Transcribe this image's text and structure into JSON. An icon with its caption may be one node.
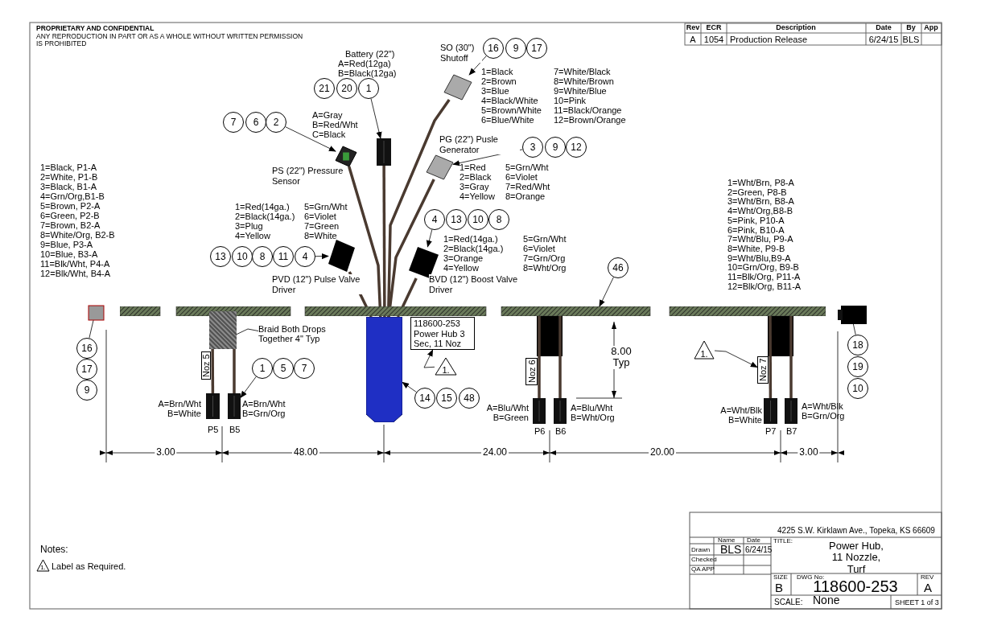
{
  "diagram": {
    "nodes": [
      {
        "text": [
          "21"
        ]
      },
      {
        "text": [
          "20"
        ]
      },
      {
        "text": [
          "1"
        ]
      },
      {
        "text": [
          "16"
        ]
      },
      {
        "text": [
          "9"
        ]
      },
      {
        "text": [
          "17"
        ]
      },
      {
        "text": [
          "7"
        ]
      },
      {
        "text": [
          "6"
        ]
      },
      {
        "text": [
          "2"
        ]
      },
      {
        "text": [
          "3"
        ]
      },
      {
        "text": [
          "9"
        ]
      },
      {
        "text": [
          "12"
        ]
      },
      {
        "text": [
          "13"
        ]
      },
      {
        "text": [
          "10"
        ]
      },
      {
        "text": [
          "8"
        ]
      },
      {
        "text": [
          "11"
        ]
      },
      {
        "text": [
          "4"
        ]
      },
      {
        "text": [
          "4"
        ]
      },
      {
        "text": [
          "13"
        ]
      },
      {
        "text": [
          "10"
        ]
      },
      {
        "text": [
          "8"
        ]
      },
      {
        "text": [
          "46"
        ]
      },
      {
        "text": [
          "16"
        ]
      },
      {
        "text": [
          "17"
        ]
      },
      {
        "text": [
          "9"
        ]
      },
      {
        "text": [
          "1"
        ]
      },
      {
        "text": [
          "5"
        ]
      },
      {
        "text": [
          "7"
        ]
      },
      {
        "text": [
          "14"
        ]
      },
      {
        "text": [
          "15"
        ]
      },
      {
        "text": [
          "48"
        ]
      },
      {
        "text": [
          "18"
        ]
      },
      {
        "text": [
          "19"
        ]
      },
      {
        "text": [
          "10"
        ]
      },
      {
        "text": [],
        "shape": "picture"
      },
      {
        "text": [],
        "shape": "picture",
        "beside": [
          "SO (30\") Shutoff"
        ]
      },
      {
        "text": [],
        "shape": "picture",
        "beside": [
          "PS (22\") Pressure Sensor"
        ]
      },
      {
        "text": [],
        "shape": "picture",
        "beside": [
          "PG (22\") Pusle Generator"
        ]
      },
      {
        "text": [],
        "shape": "picture",
        "beside": [
          "PVD (12\") Pulse Valve Driver"
        ]
      },
      {
        "text": [],
        "shape": "picture",
        "beside": [
          "BVD (12\") Boost Valve Driver"
        ]
      },
      {
        "text": [],
        "shape": "bar"
      },
      {
        "text": [],
        "shape": "box"
      },
      {
        "text": [],
        "shape": "box"
      },
      {
        "text": [],
        "shape": "box"
      },
      {
        "text": [
          "Braid Both Drops Together 4\" Typ"
        ]
      },
      {
        "text": [],
        "shape": "cylinder"
      },
      {
        "text": [
          "118600-253 Power Hub 3 Sec, 11 Noz"
        ]
      },
      {
        "text": [
          "1."
        ]
      },
      {
        "text": [
          "Noz 5"
        ]
      },
      {
        "text": [],
        "shape": "picture",
        "beside": [
          "P5"
        ]
      },
      {
        "text": [],
        "shape": "picture",
        "beside": [
          "B5"
        ]
      },
      {
        "text": [
          "Noz 6"
        ]
      },
      {
        "text": [],
        "shape": "picture",
        "beside": [
          "P6"
        ]
      },
      {
        "text": [],
        "shape": "picture",
        "beside": [
          "B6"
        ]
      },
      {
        "text": [
          "1."
        ]
      },
      {
        "text": [
          "Noz 7"
        ]
      },
      {
        "text": [],
        "shape": "picture",
        "beside": [
          "P7"
        ]
      },
      {
        "text": [],
        "shape": "picture",
        "beside": [
          "B7"
        ]
      },
      {
        "text": [
          "1."
        ],
        "beside": [
          "Label as Required."
        ]
      }
    ],
    "edges": [
      {
        "from": 2,
        "to": 34,
        "arrow": "to"
      },
      {
        "from": 3,
        "to": 35,
        "arrow": "to"
      },
      {
        "from": 8,
        "to": 36,
        "arrow": "to"
      },
      {
        "from": 9,
        "to": 37,
        "arrow": "to"
      },
      {
        "from": 16,
        "to": 38,
        "arrow": "to"
      },
      {
        "from": 17,
        "to": 39,
        "arrow": "to"
      },
      {
        "from": 21,
        "to": 40,
        "arrow": "to"
      },
      {
        "from": 22,
        "to": 41,
        "arrow": "none"
      },
      {
        "from": 44,
        "to": 42,
        "arrow": "none"
      },
      {
        "from": 25,
        "to": 50,
        "arrow": "to"
      },
      {
        "from": 47,
        "to": 46,
        "arrow": "to"
      },
      {
        "from": 28,
        "to": 45,
        "arrow": "to"
      },
      {
        "from": 54,
        "to": 55,
        "arrow": "to"
      },
      {
        "from": 31,
        "to": 43,
        "arrow": "none"
      },
      {
        "from": 45,
        "to": 34,
        "arrow": "none",
        "style": "thick"
      },
      {
        "from": 45,
        "to": 35,
        "arrow": "none",
        "style": "thick"
      },
      {
        "from": 45,
        "to": 36,
        "arrow": "none",
        "style": "thick"
      },
      {
        "from": 45,
        "to": 37,
        "arrow": "none",
        "style": "thick"
      },
      {
        "from": 45,
        "to": 38,
        "arrow": "none",
        "style": "thick"
      },
      {
        "from": 45,
        "to": 39,
        "arrow": "none",
        "style": "thick"
      },
      {
        "from": 42,
        "to": 49,
        "arrow": "none",
        "style": "thick"
      },
      {
        "from": 42,
        "to": 50,
        "arrow": "none",
        "style": "thick"
      },
      {
        "from": 40,
        "to": 52,
        "arrow": "none",
        "style": "thick"
      },
      {
        "from": 40,
        "to": 53,
        "arrow": "none",
        "style": "thick"
      },
      {
        "from": 40,
        "to": 56,
        "arrow": "none",
        "style": "thick"
      },
      {
        "from": 40,
        "to": 57,
        "arrow": "none",
        "style": "thick"
      }
    ],
    "labels": [
      "PROPRIETARY AND CONFIDENTIAL",
      "ANY REPRODUCTION IN PART OR AS A WHOLE WITHOUT WRITTEN PERMISSION IS PROHIBITED",
      "Rev",
      "ECR",
      "Description",
      "Date",
      "By",
      "App",
      "A",
      "1054",
      "Production Release",
      "6/24/15",
      "BLS",
      "A=Red(12ga)",
      "B=Black(12ga)",
      "1=Black",
      "2=Brown",
      "3=Blue",
      "4=Black/White",
      "5=Brown/White",
      "6=Blue/White",
      "7=White/Black",
      "8=White/Brown",
      "9=White/Blue",
      "10=Pink",
      "11=Black/Orange",
      "12=Brown/Orange",
      "A=Gray",
      "B=Red/Wht",
      "C=Black",
      "1=Red",
      "2=Black",
      "3=Gray",
      "4=Yellow",
      "5=Grn/Wht",
      "6=Violet",
      "7=Red/Wht",
      "8=Orange",
      "1=Black, P1-A",
      "2=White, P1-B",
      "3=Black, B1-A",
      "4=Grn/Org,B1-B",
      "5=Brown, P2-A",
      "6=Green, P2-B",
      "7=Brown, B2-A",
      "8=White/Org, B2-B",
      "9=Blue, P3-A",
      "10=Blue, B3-A",
      "11=Blk/Wht, P4-A",
      "12=Blk/Wht, B4-A",
      "1=Red(14ga.)",
      "2=Black(14ga.)",
      "3=Plug",
      "4=Yellow",
      "5=Grn/Wht",
      "6=Violet",
      "7=Green",
      "8=White",
      "1=Red(14ga.)",
      "2=Black(14ga.)",
      "3=Orange",
      "4=Yellow",
      "5=Grn/Wht",
      "6=Violet",
      "7=Grn/Org",
      "8=Wht/Org",
      "1=Wht/Brn, P8-A",
      "2=Green, P8-B",
      "3=Wht/Brn, B8-A",
      "4=Wht/Org,B8-B",
      "5=Pink, P10-A",
      "6=Pink, B10-A",
      "7=Wht/Blu, P9-A",
      "8=White, P9-B",
      "9=Wht/Blu,B9-A",
      "10=Grn/Org, B9-B",
      "11=Blk/Org, P11-A",
      "12=Blk/Org, B11-A",
      "A=Brn/Wht",
      "B=White",
      "A=Brn/Wht",
      "B=Grn/Org",
      "A=Blu/Wht",
      "B=Green",
      "A=Blu/Wht",
      "B=Wht/Org",
      "8.00 Typ",
      "A=Wht/Blk",
      "B=White",
      "A=Wht/Blk",
      "B=Grn/Org",
      "3.00",
      "48.00",
      "24.00",
      "20.00",
      "3.00",
      "Notes:",
      "4225 S.W. Kirklawn Ave., Topeka, KS 66609",
      "Name",
      "Date",
      "Drawn",
      "BLS",
      "6/24/15",
      "Checked",
      "QA APP",
      "TITLE:",
      "Power Hub, 11 Nozzle, Turf",
      "SIZE",
      "B",
      "DWG No:",
      "118600-253",
      "REV",
      "A",
      "SCALE:",
      "None",
      "SHEET 1 of 3",
      "Battery (22\")"
    ]
  }
}
